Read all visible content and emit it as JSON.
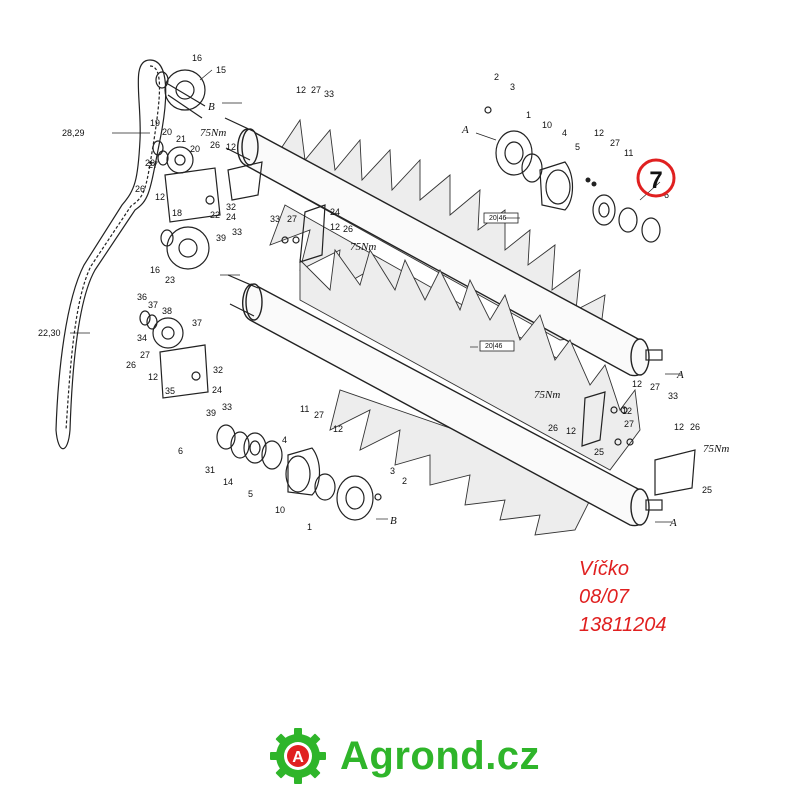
{
  "diagram": {
    "part_labels": [
      {
        "text": "16"
      },
      {
        "text": "15"
      },
      {
        "text": "B"
      },
      {
        "text": "28,29"
      },
      {
        "text": "19"
      },
      {
        "text": "20"
      },
      {
        "text": "21"
      },
      {
        "text": "26"
      },
      {
        "text": "20"
      },
      {
        "text": "27"
      },
      {
        "text": "26"
      },
      {
        "text": "12"
      },
      {
        "text": "26"
      },
      {
        "text": "12"
      },
      {
        "text": "18"
      },
      {
        "text": "32"
      },
      {
        "text": "24"
      },
      {
        "text": "22"
      },
      {
        "text": "39"
      },
      {
        "text": "33"
      },
      {
        "text": "16"
      },
      {
        "text": "23"
      },
      {
        "text": "33"
      },
      {
        "text": "27"
      },
      {
        "text": "24"
      },
      {
        "text": "12"
      },
      {
        "text": "26"
      },
      {
        "text": "12"
      },
      {
        "text": "27"
      },
      {
        "text": "33"
      },
      {
        "text": "2"
      },
      {
        "text": "3"
      },
      {
        "text": "A"
      },
      {
        "text": "1"
      },
      {
        "text": "10"
      },
      {
        "text": "4"
      },
      {
        "text": "5"
      },
      {
        "text": "12"
      },
      {
        "text": "27"
      },
      {
        "text": "11"
      },
      {
        "text": "6"
      },
      {
        "text": "20|46"
      },
      {
        "text": "22,30"
      },
      {
        "text": "36"
      },
      {
        "text": "37"
      },
      {
        "text": "38"
      },
      {
        "text": "37"
      },
      {
        "text": "34"
      },
      {
        "text": "27"
      },
      {
        "text": "26"
      },
      {
        "text": "12"
      },
      {
        "text": "35"
      },
      {
        "text": "32"
      },
      {
        "text": "24"
      },
      {
        "text": "39"
      },
      {
        "text": "33"
      },
      {
        "text": "20|46"
      },
      {
        "text": "A"
      },
      {
        "text": "12"
      },
      {
        "text": "27"
      },
      {
        "text": "33"
      },
      {
        "text": "26"
      },
      {
        "text": "12"
      },
      {
        "text": "25"
      },
      {
        "text": "12"
      },
      {
        "text": "27"
      },
      {
        "text": "12"
      },
      {
        "text": "26"
      },
      {
        "text": "25"
      },
      {
        "text": "A"
      },
      {
        "text": "11"
      },
      {
        "text": "27"
      },
      {
        "text": "12"
      },
      {
        "text": "4"
      },
      {
        "text": "6"
      },
      {
        "text": "31"
      },
      {
        "text": "14"
      },
      {
        "text": "5"
      },
      {
        "text": "3"
      },
      {
        "text": "2"
      },
      {
        "text": "10"
      },
      {
        "text": "1"
      },
      {
        "text": "B"
      }
    ],
    "torque_labels": [
      {
        "text": "75Nm"
      },
      {
        "text": "75Nm"
      },
      {
        "text": "75Nm"
      },
      {
        "text": "75Nm"
      }
    ],
    "highlight": {
      "text": "7",
      "color": "#e02020"
    }
  },
  "caption": {
    "name": "Víčko",
    "date": "08/07",
    "code": "13811204",
    "color": "#e02020"
  },
  "brand": {
    "logo_letter": "A",
    "name": "Agrond.cz",
    "color": "#2fb52a",
    "logo_accent": "#e02020"
  }
}
